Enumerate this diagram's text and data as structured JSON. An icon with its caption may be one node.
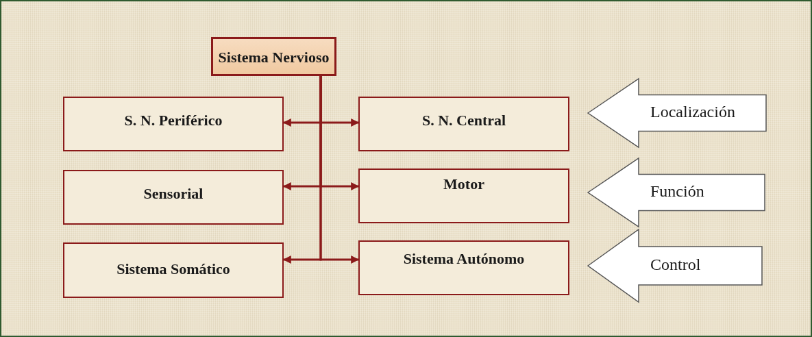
{
  "diagram": {
    "nodes": [
      {
        "text": [
          "Sistema Nervioso"
        ]
      },
      {
        "text": [
          "S. N. Periférico"
        ]
      },
      {
        "text": [
          "S. N. Central"
        ]
      },
      {
        "text": [
          "Sensorial"
        ]
      },
      {
        "text": [
          "Motor"
        ]
      },
      {
        "text": [
          "Sistema Somático"
        ]
      },
      {
        "text": [
          "Sistema Autónomo"
        ]
      },
      {
        "text": [
          "Localización"
        ]
      },
      {
        "text": [
          "Función"
        ]
      },
      {
        "text": [
          "Control"
        ]
      }
    ],
    "edges": [
      {
        "from": 0,
        "to": 1,
        "arrow": "to"
      },
      {
        "from": 0,
        "to": 2,
        "arrow": "to"
      },
      {
        "from": 0,
        "to": 3,
        "arrow": "to"
      },
      {
        "from": 0,
        "to": 4,
        "arrow": "to"
      },
      {
        "from": 0,
        "to": 5,
        "arrow": "to"
      },
      {
        "from": 0,
        "to": 6,
        "arrow": "to"
      }
    ]
  }
}
